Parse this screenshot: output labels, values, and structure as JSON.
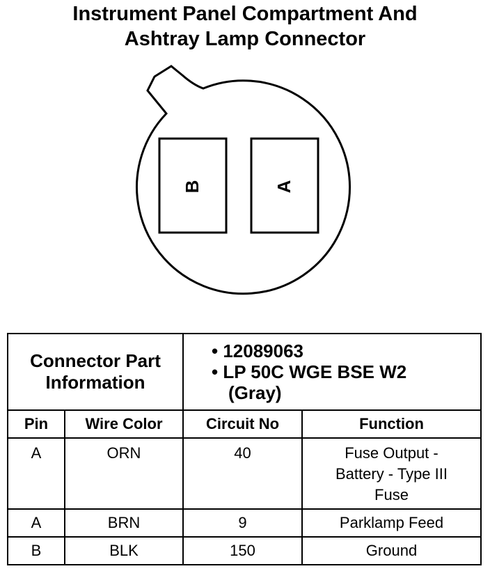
{
  "title": {
    "line1": "Instrument Panel Compartment And",
    "line2": "Ashtray Lamp Connector"
  },
  "connector_face": {
    "pin_left": "B",
    "pin_right": "A"
  },
  "part_info": {
    "heading_line1": "Connector Part",
    "heading_line2": "Information",
    "items": [
      "• 12089063",
      "• LP 50C WGE BSE W2",
      "(Gray)"
    ]
  },
  "table": {
    "headers": [
      "Pin",
      "Wire Color",
      "Circuit No",
      "Function"
    ],
    "rows": [
      {
        "pin": "A",
        "wire": "ORN",
        "circuit": "40",
        "function": [
          "Fuse Output -",
          "Battery - Type III",
          "Fuse"
        ]
      },
      {
        "pin": "A",
        "wire": "BRN",
        "circuit": "9",
        "function": [
          "Parklamp Feed"
        ]
      },
      {
        "pin": "B",
        "wire": "BLK",
        "circuit": "150",
        "function": [
          "Ground"
        ]
      }
    ]
  }
}
